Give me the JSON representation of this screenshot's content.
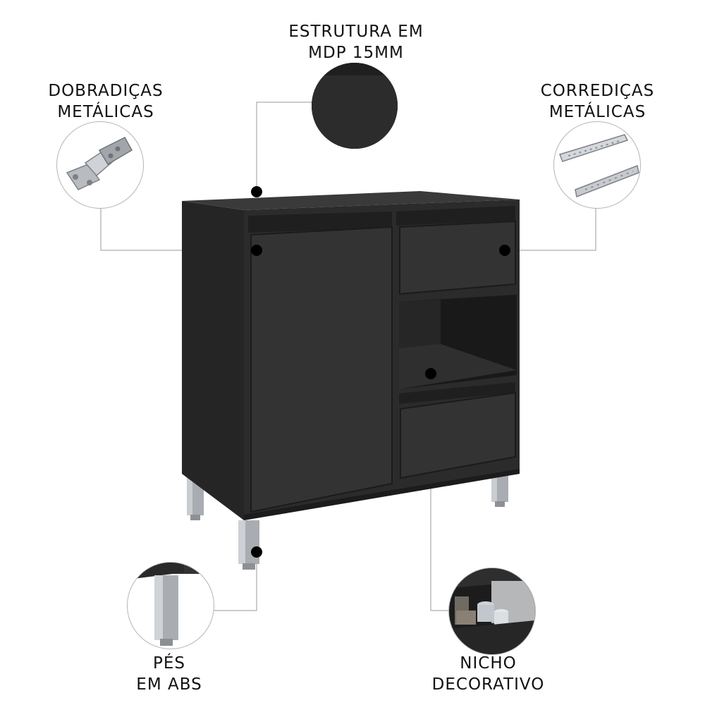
{
  "callouts": {
    "structure": {
      "line1": "ESTRUTURA EM",
      "line2": "MDP 15MM"
    },
    "hinges": {
      "line1": "DOBRADIÇAS",
      "line2": "METÁLICAS"
    },
    "slides": {
      "line1": "CORREDIÇAS",
      "line2": "METÁLICAS"
    },
    "feet": {
      "line1": "PÉS",
      "line2": "EM ABS"
    },
    "niche": {
      "line1": "NICHO",
      "line2": "DECORATIVO"
    }
  },
  "product": {
    "name": "cabinet",
    "finish_color": "#2e2e2e",
    "feet_color": "#a9adb2"
  }
}
